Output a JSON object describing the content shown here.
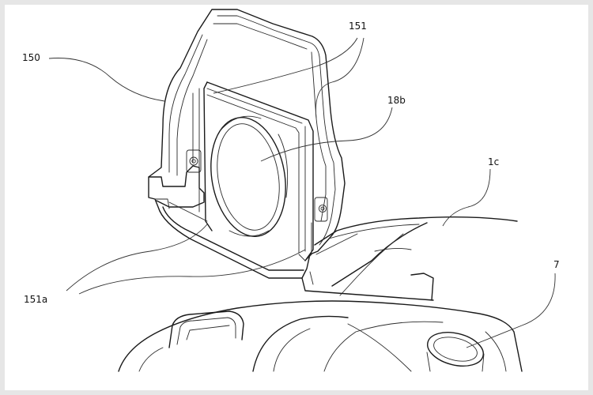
{
  "figure": {
    "labels": {
      "l150": "150",
      "l151": "151",
      "l18b": "18b",
      "l1c": "1c",
      "l151a": "151a",
      "l7": "7"
    },
    "line_color": "#1a1a1a",
    "frame_color": "#e6e6e6"
  }
}
